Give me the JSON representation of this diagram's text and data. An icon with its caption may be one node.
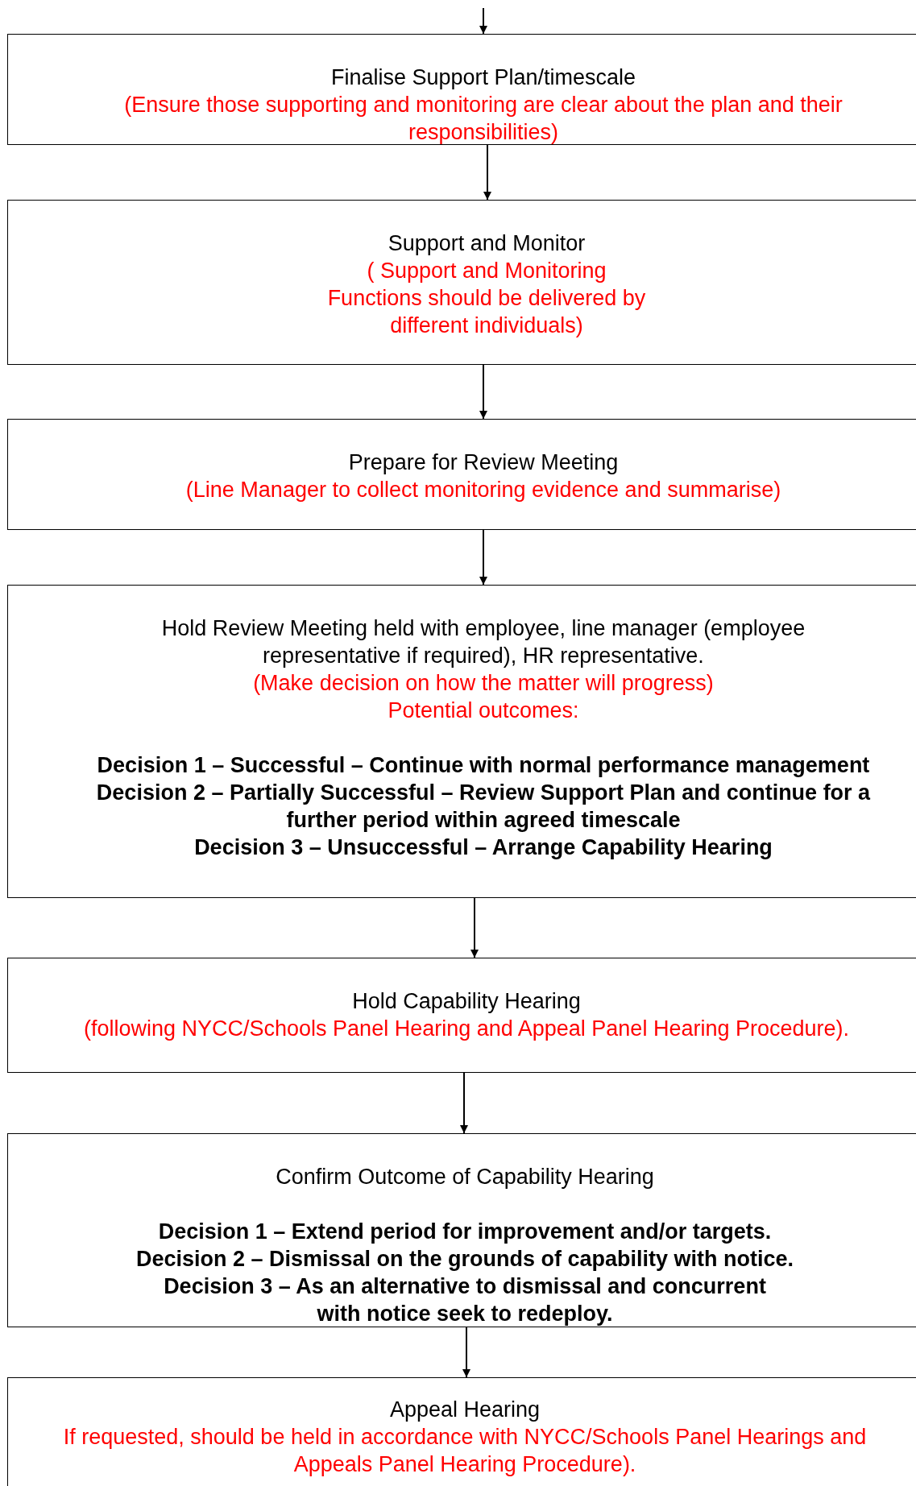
{
  "diagram": {
    "nodes": [
      {
        "text": [
          "Finalise Support Plan/timescale",
          "(Ensure those supporting and monitoring are clear about the plan and their responsibilities)"
        ]
      },
      {
        "text": [
          "Support and Monitor",
          "( Support and Monitoring Functions should be delivered by different individuals)"
        ]
      },
      {
        "text": [
          "Prepare for Review Meeting",
          "(Line Manager to collect monitoring evidence and summarise)"
        ]
      },
      {
        "text": [
          "Hold Review Meeting held with employee, line manager (employee representative if required), HR representative.",
          "(Make decision on how the matter will progress)",
          "Potential outcomes:",
          "Decision 1 – Successful – Continue with normal performance management",
          "Decision 2 – Partially Successful – Review Support Plan and continue for a further period within agreed timescale",
          "Decision 3 – Unsuccessful – Arrange Capability Hearing"
        ]
      },
      {
        "text": [
          "Hold Capability Hearing",
          "(following NYCC/Schools Panel Hearing and Appeal Panel Hearing Procedure)."
        ]
      },
      {
        "text": [
          "Confirm Outcome of Capability Hearing",
          "Decision 1 – Extend period for improvement and/or targets.",
          "Decision 2 – Dismissal on the grounds of capability with notice.",
          "Decision 3 – As an alternative to dismissal and concurrent with notice seek to redeploy."
        ]
      },
      {
        "text": [
          "Appeal Hearing",
          "If requested, should be held in accordance with NYCC/Schools Panel Hearings and Appeals Panel Hearing Procedure)."
        ]
      }
    ],
    "edges": [
      {
        "from": null,
        "to": 0,
        "arrow": "to"
      },
      {
        "from": 0,
        "to": 1,
        "arrow": "to"
      },
      {
        "from": 1,
        "to": 2,
        "arrow": "to"
      },
      {
        "from": 2,
        "to": 3,
        "arrow": "to"
      },
      {
        "from": 3,
        "to": 4,
        "arrow": "to"
      },
      {
        "from": 4,
        "to": 5,
        "arrow": "to"
      },
      {
        "from": 5,
        "to": 6,
        "arrow": "to"
      }
    ]
  }
}
